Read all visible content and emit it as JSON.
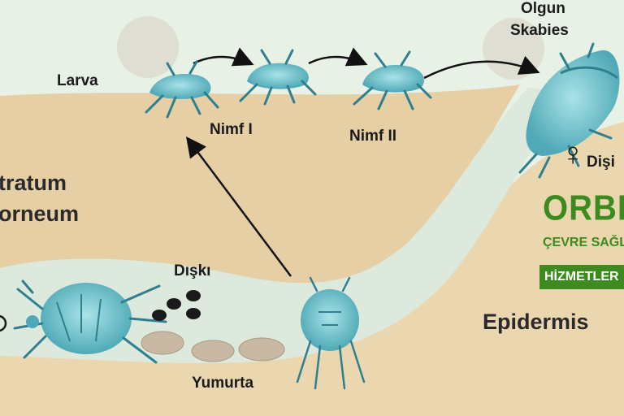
{
  "labels": {
    "larva": "Larva",
    "nymph1": "Nimf I",
    "nymph2": "Nimf II",
    "adult_line1": "Olgun",
    "adult_line2": "Skabies",
    "stratum_line1": "tratum",
    "stratum_line2": "orneum",
    "feces": "Dışkı",
    "eggs": "Yumurta",
    "epidermis": "Epidermis",
    "female": "Dişi",
    "female_symbol": "♀"
  },
  "brand": {
    "name": "ORBIS",
    "subtitle": "ÇEVRE SAĞLI",
    "services": "HİZMETLER"
  },
  "colors": {
    "background": "#e8f1e6",
    "skin": "#e6cfa4",
    "tunnel": "#dde9dc",
    "mite": "#6fc3cc",
    "mite_dark": "#2f7f8f",
    "brand_green": "#3d8b1f"
  }
}
